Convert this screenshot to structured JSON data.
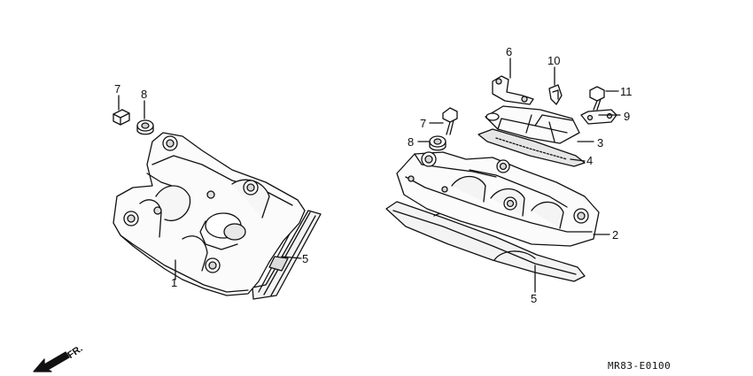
{
  "callouts": {
    "c1": "1",
    "c2": "2",
    "c3": "3",
    "c4": "4",
    "c5_left": "5",
    "c5_right": "5",
    "c6": "6",
    "c7_left": "7",
    "c7_right": "7",
    "c8_left": "8",
    "c8_right": "8",
    "c9": "9",
    "c10": "10",
    "c11": "11"
  },
  "front_label": "FR.",
  "diagram_code": "MR83-E0100",
  "line_color": "#111111",
  "shade_color": "#e8e8e8"
}
